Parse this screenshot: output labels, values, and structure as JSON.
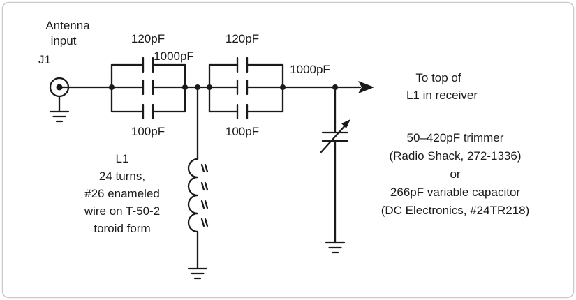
{
  "colors": {
    "ink": "#1a1a1a",
    "paper": "#ffffff",
    "scan_border": "#c9c9c9"
  },
  "labels": {
    "antenna": {
      "line1": "Antenna",
      "line2": "input",
      "jack": "J1"
    },
    "caps": {
      "bank1_top": "120pF",
      "bank1_mid": "1000pF",
      "bank1_bottom": "100pF",
      "bank2_top": "120pF",
      "bank2_mid": "1000pF",
      "bank2_bottom": "100pF"
    },
    "output": {
      "line1": "To top of",
      "line2": "L1 in receiver"
    },
    "inductor_note": [
      "L1",
      "24 turns,",
      "#26 enameled",
      "wire on T-50-2",
      "toroid form"
    ],
    "trimmer_note": [
      "50–420pF trimmer",
      "(Radio Shack, 272-1336)",
      "or",
      "266pF variable capacitor",
      "(DC Electronics, #24TR218)"
    ]
  }
}
